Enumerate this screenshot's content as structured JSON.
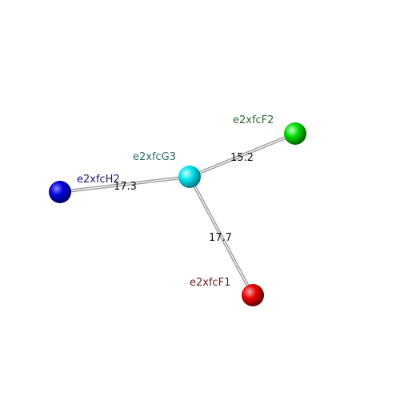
{
  "nodes": [
    {
      "id": "G3",
      "label": "e2xfcG3",
      "color": "#00e5f0",
      "label_color": "#2f6b6b"
    },
    {
      "id": "F2",
      "label": "e2xfcF2",
      "color": "#00dd00",
      "label_color": "#2e6b2e"
    },
    {
      "id": "H2",
      "label": "e2xfcH2",
      "color": "#0000dd",
      "label_color": "#1a1a6b"
    },
    {
      "id": "F1",
      "label": "e2xfcF1",
      "color": "#ee0000",
      "label_color": "#6b1a1a"
    }
  ],
  "edges": [
    {
      "from": "G3",
      "to": "F2",
      "label": "15.2"
    },
    {
      "from": "G3",
      "to": "H2",
      "label": "17.3"
    },
    {
      "from": "G3",
      "to": "F1",
      "label": "17.7"
    }
  ]
}
